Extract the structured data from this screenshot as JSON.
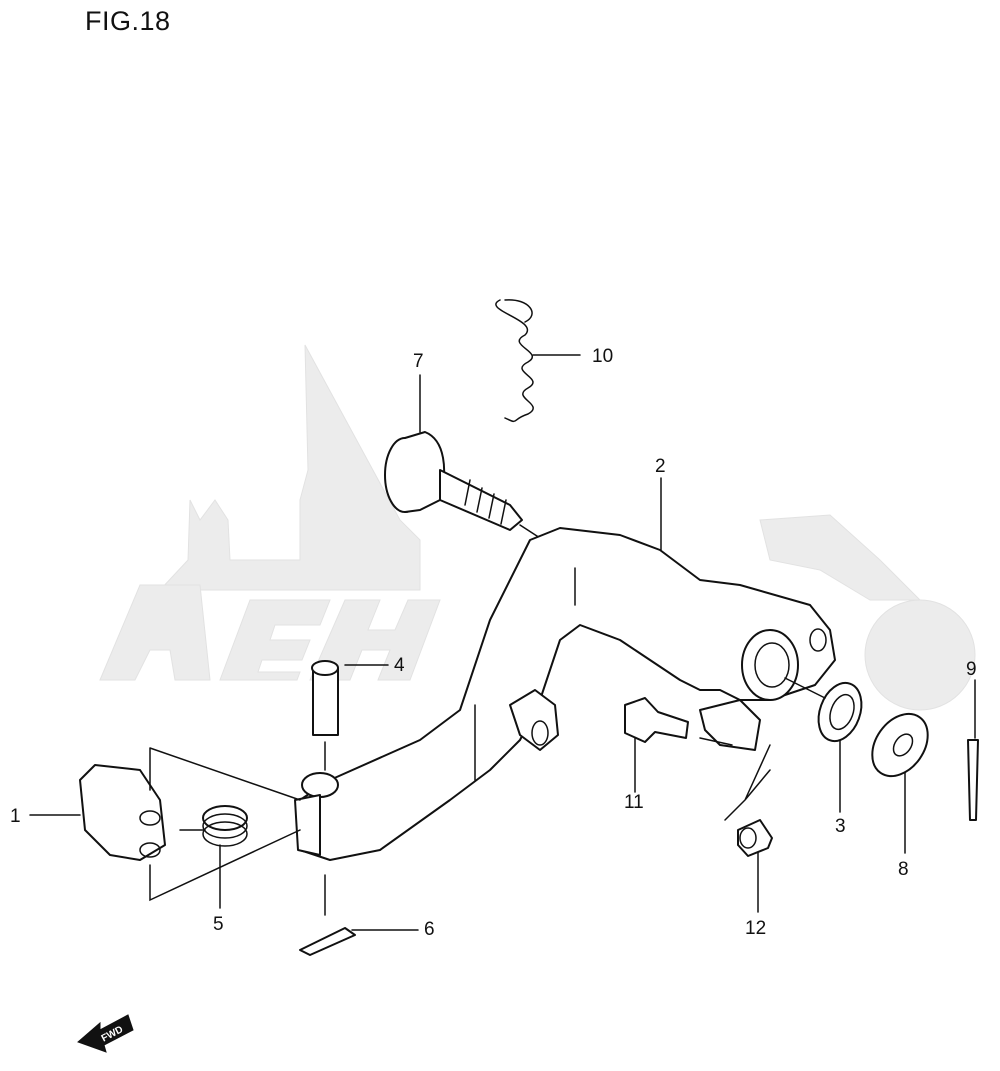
{
  "figure": {
    "title": "FIG.18"
  },
  "callouts": [
    {
      "id": "1",
      "label": "1"
    },
    {
      "id": "2",
      "label": "2"
    },
    {
      "id": "3",
      "label": "3"
    },
    {
      "id": "4",
      "label": "4"
    },
    {
      "id": "5",
      "label": "5"
    },
    {
      "id": "6",
      "label": "6"
    },
    {
      "id": "7",
      "label": "7"
    },
    {
      "id": "8",
      "label": "8"
    },
    {
      "id": "9",
      "label": "9"
    },
    {
      "id": "10",
      "label": "10"
    },
    {
      "id": "11",
      "label": "11"
    },
    {
      "id": "12",
      "label": "12"
    }
  ],
  "direction_marker": {
    "label": "FWD"
  },
  "colors": {
    "line": "#111111",
    "watermark": "#ececec",
    "background": "#ffffff"
  }
}
